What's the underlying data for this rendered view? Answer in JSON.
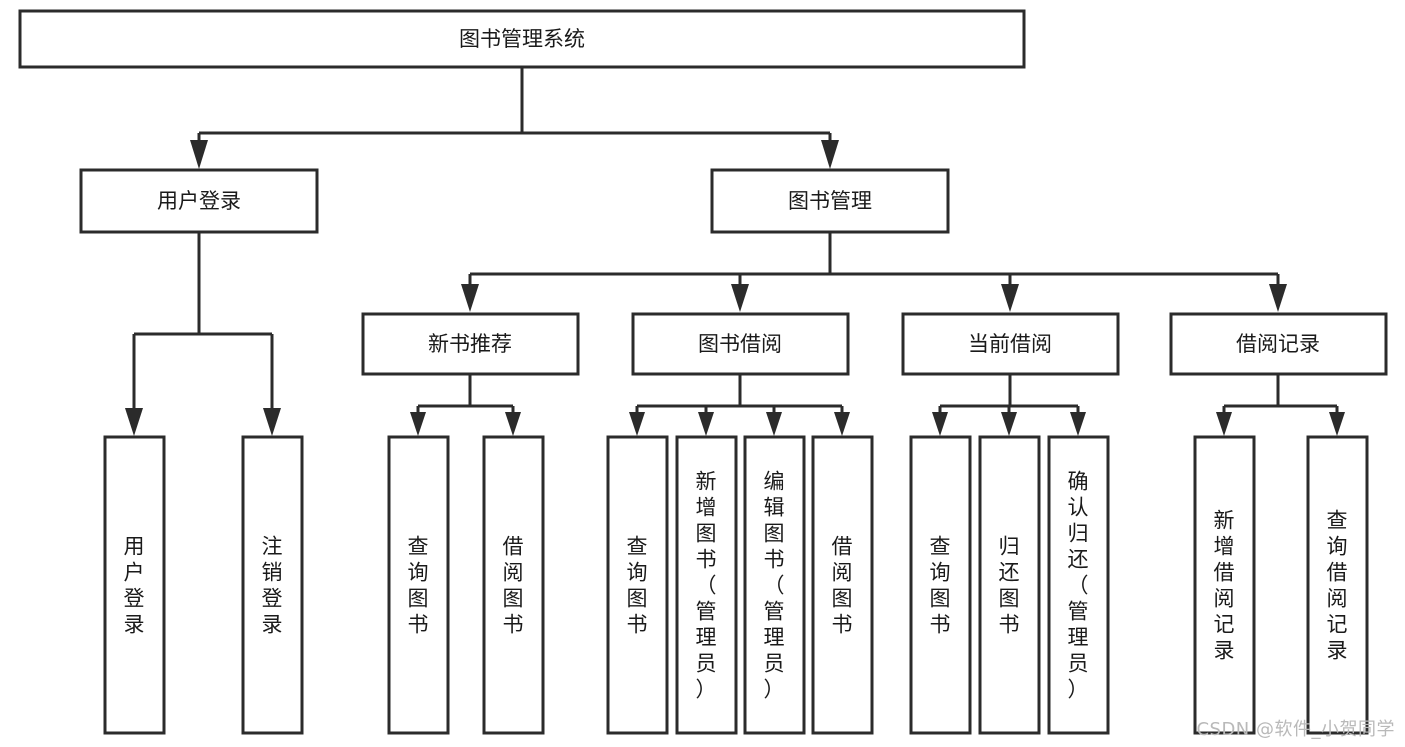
{
  "diagram": {
    "title": "图书管理系统",
    "type": "hierarchy-tree",
    "watermark": "CSDN @软件_小贺同学",
    "root": {
      "id": "root",
      "label": "图书管理系统",
      "orientation": "horizontal"
    },
    "level2": [
      {
        "id": "user-login",
        "label": "用户登录",
        "orientation": "horizontal"
      },
      {
        "id": "book-manage",
        "label": "图书管理",
        "orientation": "horizontal"
      }
    ],
    "level3": [
      {
        "id": "new-book-recommend",
        "label": "新书推荐",
        "orientation": "horizontal",
        "parent": "book-manage"
      },
      {
        "id": "book-borrow",
        "label": "图书借阅",
        "orientation": "horizontal",
        "parent": "book-manage"
      },
      {
        "id": "current-borrow",
        "label": "当前借阅",
        "orientation": "horizontal",
        "parent": "book-manage"
      },
      {
        "id": "borrow-record",
        "label": "借阅记录",
        "orientation": "horizontal",
        "parent": "book-manage"
      }
    ],
    "leaves": [
      {
        "id": "leaf-user-login",
        "label": "用户登录",
        "parent": "user-login",
        "orientation": "vertical"
      },
      {
        "id": "leaf-user-logout",
        "label": "注销登录",
        "parent": "user-login",
        "orientation": "vertical"
      },
      {
        "id": "leaf-query-book-1",
        "label": "查询图书",
        "parent": "new-book-recommend",
        "orientation": "vertical"
      },
      {
        "id": "leaf-borrow-book-1",
        "label": "借阅图书",
        "parent": "new-book-recommend",
        "orientation": "vertical"
      },
      {
        "id": "leaf-query-book-2",
        "label": "查询图书",
        "parent": "book-borrow",
        "orientation": "vertical"
      },
      {
        "id": "leaf-add-book",
        "label": "新增图书（管理员）",
        "parent": "book-borrow",
        "orientation": "vertical"
      },
      {
        "id": "leaf-edit-book",
        "label": "编辑图书（管理员）",
        "parent": "book-borrow",
        "orientation": "vertical"
      },
      {
        "id": "leaf-borrow-book-2",
        "label": "借阅图书",
        "parent": "book-borrow",
        "orientation": "vertical"
      },
      {
        "id": "leaf-query-book-3",
        "label": "查询图书",
        "parent": "current-borrow",
        "orientation": "vertical"
      },
      {
        "id": "leaf-return-book",
        "label": "归还图书",
        "parent": "current-borrow",
        "orientation": "vertical"
      },
      {
        "id": "leaf-confirm-return",
        "label": "确认归还（管理员）",
        "parent": "current-borrow",
        "orientation": "vertical"
      },
      {
        "id": "leaf-add-record",
        "label": "新增借阅记录",
        "parent": "borrow-record",
        "orientation": "vertical"
      },
      {
        "id": "leaf-query-record",
        "label": "查询借阅记录",
        "parent": "borrow-record",
        "orientation": "vertical"
      }
    ],
    "colors": {
      "stroke": "#2b2b2b",
      "fill": "#ffffff",
      "text": "#1a1a1a",
      "watermark": "#b9b9b9"
    }
  }
}
